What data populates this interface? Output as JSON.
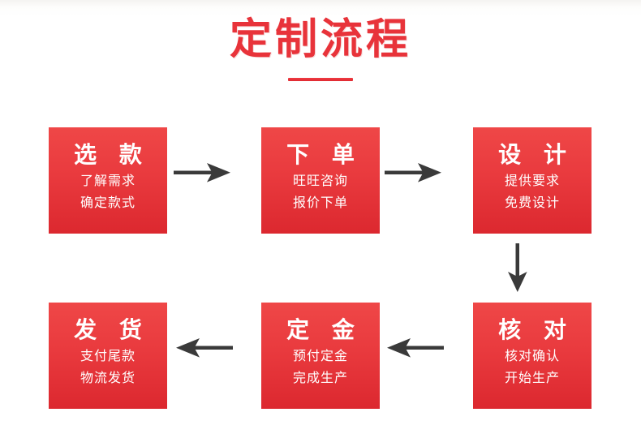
{
  "header": {
    "title": "定制流程"
  },
  "colors": {
    "brand_red": "#e8333a",
    "box_red_top": "#ef4747",
    "box_red_bottom": "#dc282f",
    "arrow_gray": "#3a3a3a",
    "text_white": "#ffffff",
    "background": "#ffffff"
  },
  "flow": {
    "steps": [
      {
        "id": "step-1",
        "title": "选 款",
        "lines": [
          "了解需求",
          "确定款式"
        ]
      },
      {
        "id": "step-2",
        "title": "下 单",
        "lines": [
          "旺旺咨询",
          "报价下单"
        ]
      },
      {
        "id": "step-3",
        "title": "设 计",
        "lines": [
          "提供要求",
          "免费设计"
        ]
      },
      {
        "id": "step-4",
        "title": "核 对",
        "lines": [
          "核对确认",
          "开始生产"
        ]
      },
      {
        "id": "step-5",
        "title": "定 金",
        "lines": [
          "预付定金",
          "完成生产"
        ]
      },
      {
        "id": "step-6",
        "title": "发 货",
        "lines": [
          "支付尾款",
          "物流发货"
        ]
      }
    ],
    "connectors": [
      {
        "id": "connector-1",
        "direction": "right",
        "from": "step-1",
        "to": "step-2"
      },
      {
        "id": "connector-2",
        "direction": "right",
        "from": "step-2",
        "to": "step-3"
      },
      {
        "id": "connector-3",
        "direction": "down",
        "from": "step-3",
        "to": "step-4"
      },
      {
        "id": "connector-4",
        "direction": "left",
        "from": "step-4",
        "to": "step-5"
      },
      {
        "id": "connector-5",
        "direction": "left",
        "from": "step-5",
        "to": "step-6"
      }
    ]
  }
}
